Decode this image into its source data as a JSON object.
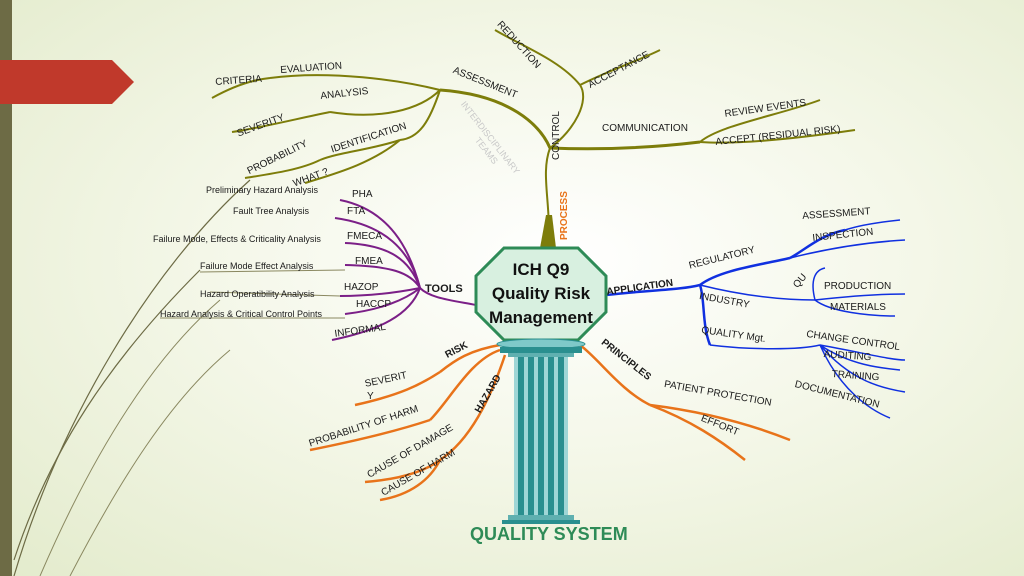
{
  "center": {
    "line1": "ICH Q9",
    "line2": "Quality Risk",
    "line3": "Management"
  },
  "footer": "QUALITY SYSTEM",
  "branches": {
    "process": "PROCESS",
    "tools": "TOOLS",
    "application": "APPLICATION",
    "risk": "RISK",
    "hazard": "HAZARD",
    "principles": "PRINCIPLES"
  },
  "process_nodes": {
    "assessment": "ASSESSMENT",
    "evaluation": "EVALUATION",
    "criteria": "CRITERIA",
    "analysis": "ANALYSIS",
    "severity": "SEVERITY",
    "identification": "IDENTIFICATION",
    "probability": "PROBABILITY",
    "what": "WHAT ?",
    "control": "CONTROL",
    "reduction": "REDUCTION",
    "acceptance": "ACCEPTANCE",
    "communication": "COMMUNICATION",
    "review_events": "REVIEW EVENTS",
    "accept_residual": "ACCEPT (RESIDUAL RISK)",
    "interdisciplinary": "INTERDISCIPLINARY",
    "teams": "TEAMS"
  },
  "tools": [
    {
      "abbr": "PHA",
      "desc": "Preliminary Hazard Analysis"
    },
    {
      "abbr": "FTA",
      "desc": "Fault Tree Analysis"
    },
    {
      "abbr": "FMECA",
      "desc": "Failure Mode, Effects & Criticality Analysis"
    },
    {
      "abbr": "FMEA",
      "desc": "Failure Mode Effect Analysis"
    },
    {
      "abbr": "HAZOP",
      "desc": "Hazard Operatibility Analysis"
    },
    {
      "abbr": "HACCP",
      "desc": "Hazard Analysis & Critical Control Points"
    },
    {
      "abbr": "INFORMAL",
      "desc": ""
    }
  ],
  "application_nodes": {
    "regulatory": "REGULATORY",
    "assessment": "ASSESSMENT",
    "inspection": "INSPECTION",
    "industry": "INDUSTRY",
    "qu": "QU",
    "production": "PRODUCTION",
    "materials": "MATERIALS",
    "quality_mgt": "QUALITY Mgt.",
    "change_control": "CHANGE CONTROL",
    "auditing": "AUDITING",
    "training": "TRAINING",
    "documentation": "DOCUMENTATION"
  },
  "risk_nodes": {
    "severity_1": "SEVERIT",
    "severity_2": "Y",
    "probability_of_harm": "PROBABILITY OF HARM",
    "cause_of_damage": "CAUSE OF DAMAGE",
    "cause_of_harm": "CAUSE OF HARM"
  },
  "principles_nodes": {
    "patient_protection": "PATIENT PROTECTION",
    "effort": "EFFORT"
  },
  "colors": {
    "process": "#7d7d0a",
    "tools": "#7b1f87",
    "application": "#1030e0",
    "risk": "#e8731a",
    "principles": "#e8731a",
    "center_fill": "#d8f0e0",
    "center_border": "#2e8b57",
    "pillar": "#2a8f8f",
    "accent_red": "#c0392b",
    "sidebar": "#6d6b45"
  }
}
